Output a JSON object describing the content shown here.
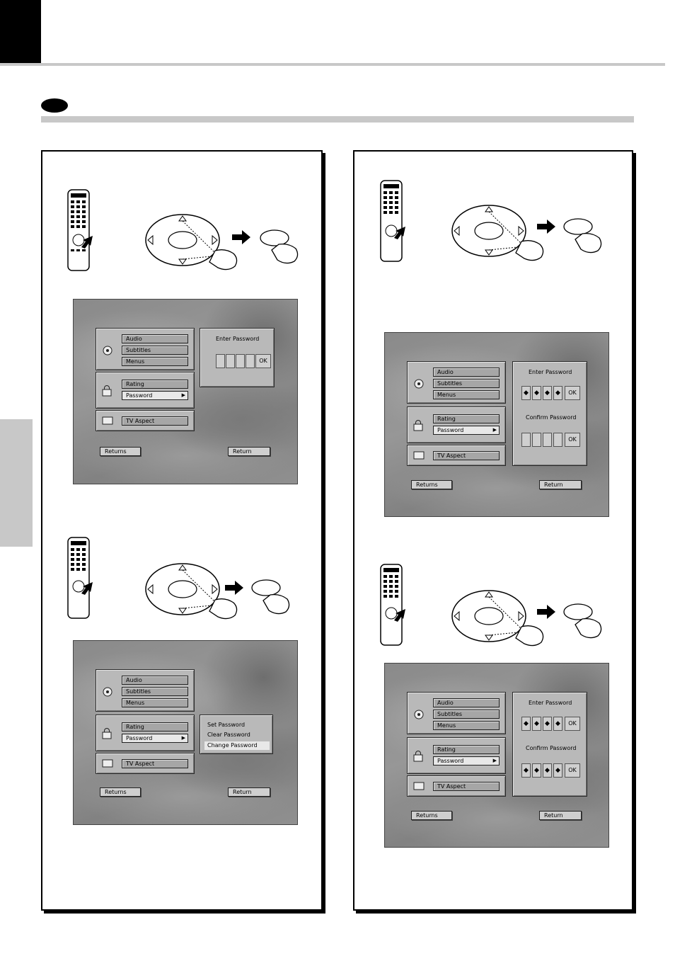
{
  "screens": {
    "main_menu": {
      "audio": "Audio",
      "subtitles": "Subtitles",
      "menus": "Menus",
      "rating": "Rating",
      "password": "Password",
      "tv_aspect": "TV Aspect",
      "returns": "Returns",
      "return": "Return"
    },
    "password_dialog": {
      "enter_label": "Enter Password",
      "confirm_label": "Confirm Password",
      "ok": "OK",
      "mask_char": "◆"
    },
    "password_submenu": {
      "items": [
        "Set Password",
        "Clear Password",
        "Change Password"
      ],
      "selected": "Change Password"
    }
  },
  "icons": {
    "remote": "remote-control-icon",
    "nav": "cursor-pad-icon",
    "enter": "enter-button-icon",
    "arrow": "right-arrow-icon",
    "hand": "pressing-hand-icon"
  },
  "colors": {
    "accent_gray": "#c8c8c8",
    "osd_panel": "#b9b9b9",
    "highlight": "#e8e8e8"
  }
}
